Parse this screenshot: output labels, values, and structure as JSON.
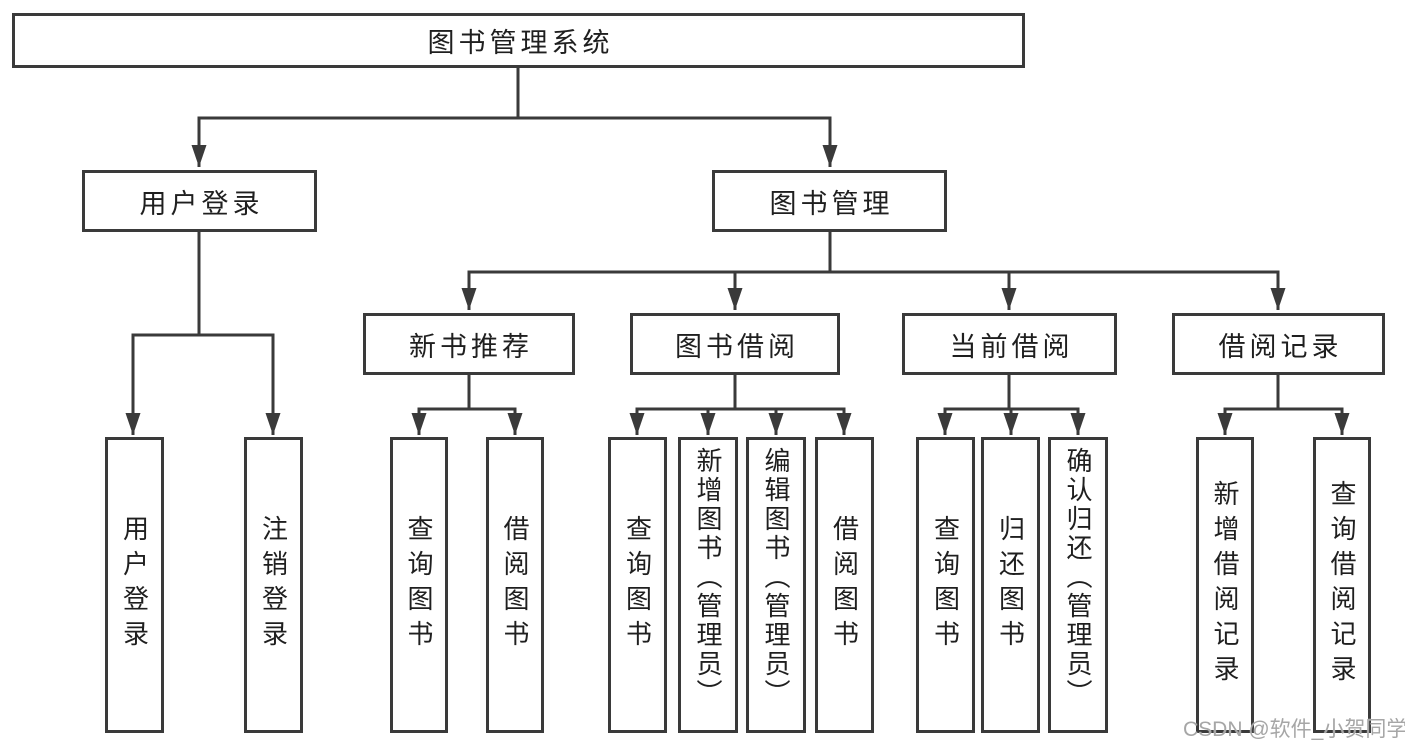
{
  "diagram": {
    "root_label": "图书管理系统",
    "level2": [
      {
        "label": "用户登录"
      },
      {
        "label": "图书管理"
      }
    ],
    "level3": [
      {
        "label": "新书推荐",
        "parent": "图书管理"
      },
      {
        "label": "图书借阅",
        "parent": "图书管理"
      },
      {
        "label": "当前借阅",
        "parent": "图书管理"
      },
      {
        "label": "借阅记录",
        "parent": "图书管理"
      }
    ],
    "leaves": [
      {
        "label": "用户登录",
        "parent": "用户登录"
      },
      {
        "label": "注销登录",
        "parent": "用户登录"
      },
      {
        "label": "查询图书",
        "parent": "新书推荐"
      },
      {
        "label": "借阅图书",
        "parent": "新书推荐"
      },
      {
        "label": "查询图书",
        "parent": "图书借阅"
      },
      {
        "label": "新增图书（管理员）",
        "parent": "图书借阅"
      },
      {
        "label": "编辑图书（管理员）",
        "parent": "图书借阅"
      },
      {
        "label": "借阅图书",
        "parent": "图书借阅"
      },
      {
        "label": "查询图书",
        "parent": "当前借阅"
      },
      {
        "label": "归还图书",
        "parent": "当前借阅"
      },
      {
        "label": "确认归还（管理员）",
        "parent": "当前借阅"
      },
      {
        "label": "新增借阅记录",
        "parent": "借阅记录"
      },
      {
        "label": "查询借阅记录",
        "parent": "借阅记录"
      }
    ]
  },
  "watermark": {
    "text": "CSDN @软件_小贺同学"
  },
  "colors": {
    "line": "#3a3a3a",
    "box_border": "#3a3a3a",
    "text": "#1f1f1f",
    "watermark": "#a6a6a6",
    "background": "#ffffff"
  }
}
